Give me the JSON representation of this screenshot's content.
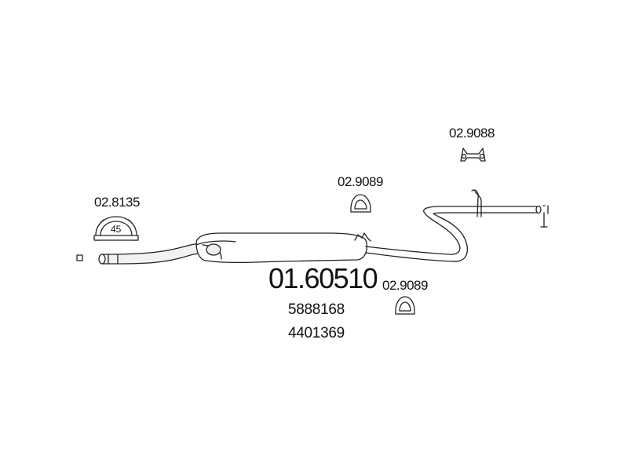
{
  "labels": {
    "clamp_part": "02.8135",
    "clamp_size": "45",
    "hanger_part_top": "02.9088",
    "ring_part_upper": "02.9089",
    "ring_part_lower": "02.9089",
    "main_part": "01.60510",
    "oe_number_1": "5888168",
    "oe_number_2": "4401369"
  }
}
